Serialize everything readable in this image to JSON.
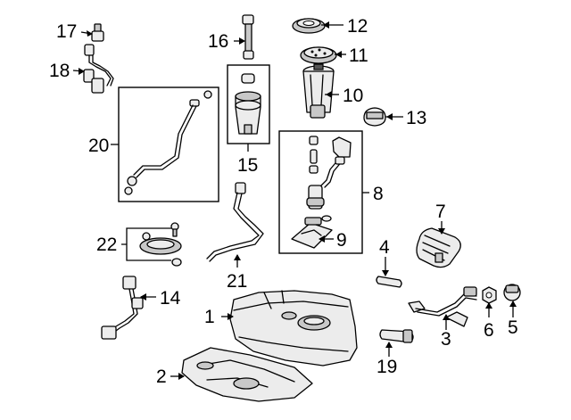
{
  "callouts": {
    "c1": "1",
    "c2": "2",
    "c3": "3",
    "c4": "4",
    "c5": "5",
    "c6": "6",
    "c7": "7",
    "c8": "8",
    "c9": "9",
    "c10": "10",
    "c11": "11",
    "c12": "12",
    "c13": "13",
    "c14": "14",
    "c15": "15",
    "c16": "16",
    "c17": "17",
    "c18": "18",
    "c19": "19",
    "c20": "20",
    "c21": "21",
    "c22": "22"
  },
  "colors": {
    "line": "#000000",
    "light_fill": "#ececec",
    "mid_fill": "#c8c8c8",
    "background": "#ffffff"
  }
}
